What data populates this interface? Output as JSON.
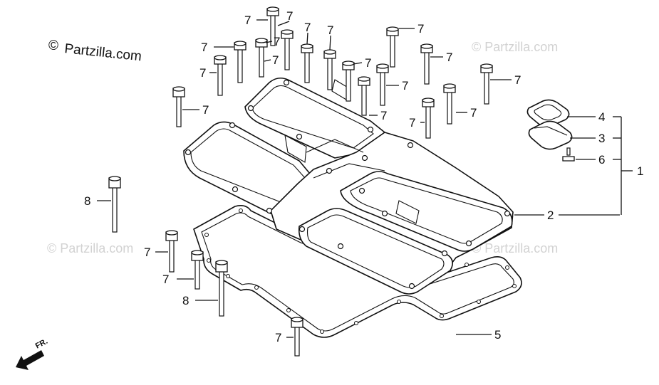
{
  "brand": {
    "copyright_symbol": "©",
    "name": "Partzilla.com"
  },
  "watermark": {
    "text": "© Partzilla.com"
  },
  "direction_label": "FR.",
  "callouts": {
    "c1": "1",
    "c2": "2",
    "c3": "3",
    "c4": "4",
    "c5": "5",
    "c6": "6",
    "c7": "7",
    "c8": "8"
  },
  "colors": {
    "line": "#111111",
    "watermark": "#d2d2d2",
    "background": "#ffffff"
  }
}
